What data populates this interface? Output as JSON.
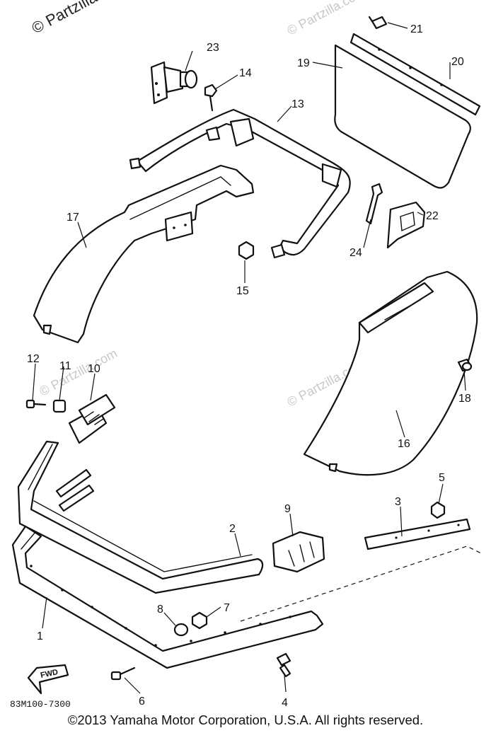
{
  "watermarks": {
    "top_left": "© Partzilla.com",
    "repeat": "© Partzilla.com"
  },
  "diagram_code": "83M100-7300",
  "fwd_label": "FWD",
  "copyright": "©2013 Yamaha Motor Corporation, U.S.A. All rights reserved.",
  "callouts": {
    "p1": "1",
    "p2": "2",
    "p3": "3",
    "p4": "4",
    "p5": "5",
    "p6": "6",
    "p7": "7",
    "p8": "8",
    "p9": "9",
    "p10": "10",
    "p11": "11",
    "p12": "12",
    "p13": "13",
    "p14": "14",
    "p15": "15",
    "p16": "16",
    "p17": "17",
    "p18": "18",
    "p19": "19",
    "p20": "20",
    "p21": "21",
    "p22": "22",
    "p23": "23",
    "p24": "24"
  },
  "colors": {
    "line": "#111111",
    "watermark": "#c8c8c8",
    "background": "#ffffff"
  }
}
